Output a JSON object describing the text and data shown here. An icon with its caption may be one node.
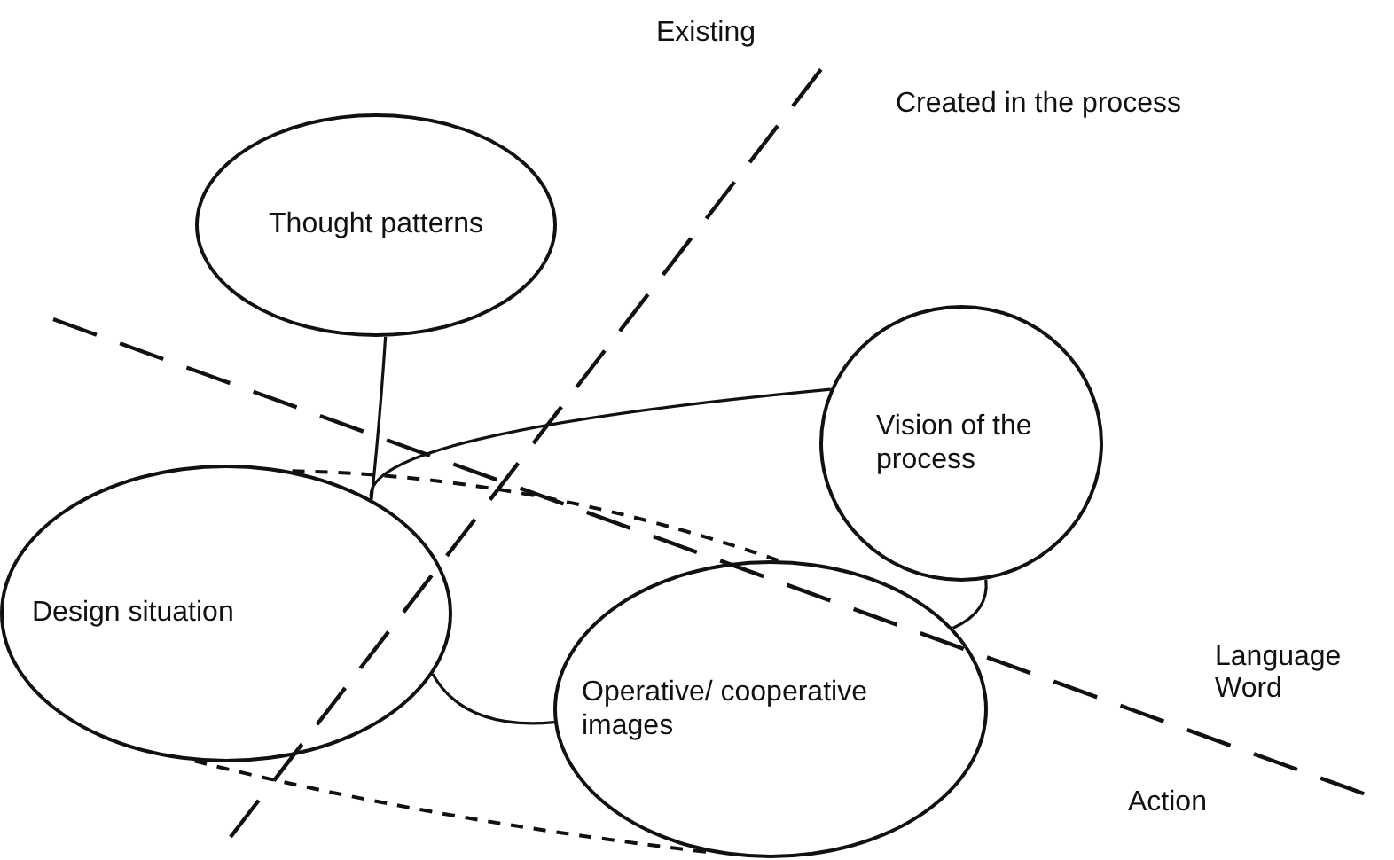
{
  "diagram": {
    "nodes": [
      {
        "text": [
          "Thought patterns"
        ]
      },
      {
        "text": [
          "Vision of the process"
        ]
      },
      {
        "text": [
          "Design situation"
        ]
      },
      {
        "text": [
          "Operative/ cooperative images"
        ]
      }
    ],
    "edges": [
      {
        "from": 0,
        "to": 2,
        "arrow": "none"
      },
      {
        "from": 1,
        "to": 2,
        "arrow": "none"
      },
      {
        "from": 2,
        "to": 3,
        "arrow": "none"
      },
      {
        "from": 1,
        "to": 3,
        "arrow": "none"
      },
      {
        "from": 2,
        "to": 3,
        "arrow": "none",
        "style": "dashed"
      },
      {
        "from": 2,
        "to": 3,
        "arrow": "none",
        "style": "dashed"
      }
    ],
    "labels": [
      "Existing",
      "Created in the process",
      "Language",
      "Word",
      "Action"
    ]
  }
}
